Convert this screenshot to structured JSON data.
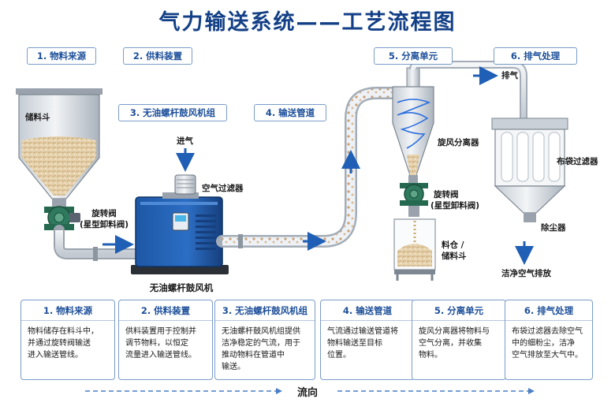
{
  "title": "气力输送系统——工艺流程图",
  "steps": [
    {
      "tag": "1. 物料来源",
      "card_title": "1. 物料来源",
      "card_lines": [
        "物料储存在料斗中，",
        "并通过旋转阀输送",
        "进入输送管线。"
      ]
    },
    {
      "tag": "2. 供料装置",
      "card_title": "2. 供料装置",
      "card_lines": [
        "供料装置用于控制并",
        "调节物料，以恒定",
        "流量进入输送管线。"
      ]
    },
    {
      "tag": "3. 无油螺杆鼓风机组",
      "card_title": "3. 无油螺杆鼓风机组",
      "card_lines": [
        "无油螺杆鼓风机组提供",
        "洁净稳定的气流，用于",
        "推动物料在管道中",
        "输送。"
      ]
    },
    {
      "tag": "4. 输送管道",
      "card_title": "4. 输送管道",
      "card_lines": [
        "气流通过输送管道将",
        "物料输送至目标",
        "位置。"
      ]
    },
    {
      "tag": "5. 分离单元",
      "card_title": "5. 分离单元",
      "card_lines": [
        "旋风分离器将物料与",
        "空气分离，并收集",
        "物料。"
      ]
    },
    {
      "tag": "6. 排气处理",
      "card_title": "6. 排气处理",
      "card_lines": [
        "布袋过滤器去除空气",
        "中的细粉尘，洁净",
        "空气排放至大气中。"
      ]
    }
  ],
  "labels": {
    "hopper": "储料斗",
    "rotary_valve_1": "旋转阀",
    "rotary_valve_1_sub": "(星型卸料阀)",
    "air_in": "进气",
    "air_filter": "空气过滤器",
    "blower": "无油螺杆鼓风机",
    "cyclone": "旋风分离器",
    "rotary_valve_2": "旋转阀",
    "rotary_valve_2_sub": "(星型卸料阀)",
    "silo": "料仓 /",
    "silo_2": "储料斗",
    "exhaust": "排气",
    "bag_filter": "布袋过滤器",
    "dust_collector": "除尘器",
    "clean_air": "洁净空气排放"
  },
  "flow": "流向",
  "colors": {
    "title": "#123f86",
    "accent": "#1f5fb5",
    "pipe": "#e8edf3",
    "blower": "#1f5aa8",
    "valve": "#2f7a5e",
    "material": "#d9c29c"
  }
}
